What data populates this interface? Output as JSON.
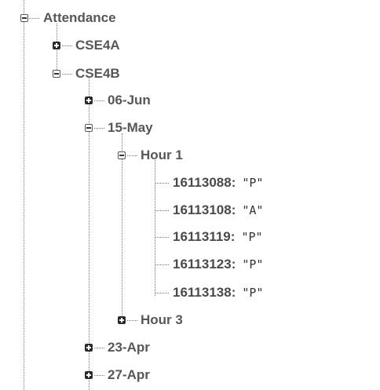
{
  "tree": {
    "root": {
      "label": "Attendance",
      "expanded": true
    },
    "classes": [
      {
        "label": "CSE4A",
        "expanded": false
      },
      {
        "label": "CSE4B",
        "expanded": true
      }
    ],
    "dates": [
      {
        "label": "06-Jun",
        "expanded": false
      },
      {
        "label": "15-May",
        "expanded": true
      },
      {
        "label": "23-Apr",
        "expanded": false
      },
      {
        "label": "27-Apr",
        "expanded": false
      }
    ],
    "hours": [
      {
        "label": "Hour 1",
        "expanded": true
      },
      {
        "label": "Hour 3",
        "expanded": false
      }
    ],
    "records": [
      {
        "key": "16113088",
        "value": "\"P\""
      },
      {
        "key": "16113108",
        "value": "\"A\""
      },
      {
        "key": "16113119",
        "value": "\"P\""
      },
      {
        "key": "16113123",
        "value": "\"P\""
      },
      {
        "key": "16113138",
        "value": "\"P\""
      }
    ],
    "colon": ":"
  }
}
